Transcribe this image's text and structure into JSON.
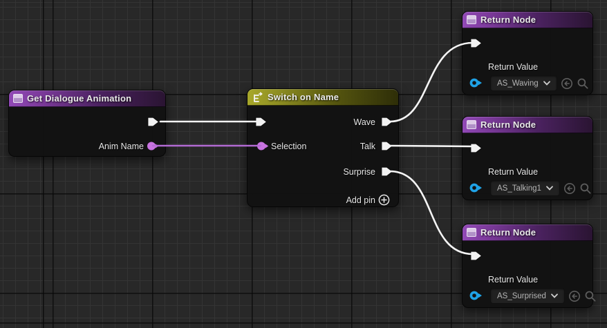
{
  "graph": {
    "entry_node": {
      "title": "Get Dialogue Animation",
      "output_param_label": "Anim Name"
    },
    "switch_node": {
      "title": "Switch on Name",
      "selection_label": "Selection",
      "case_labels": [
        "Wave",
        "Talk",
        "Surprise"
      ],
      "add_pin_label": "Add pin"
    },
    "return_nodes": [
      {
        "title": "Return Node",
        "value_label": "Return Value",
        "selected_asset": "AS_Waving"
      },
      {
        "title": "Return Node",
        "value_label": "Return Value",
        "selected_asset": "AS_Talking1"
      },
      {
        "title": "Return Node",
        "value_label": "Return Value",
        "selected_asset": "AS_Surprised"
      }
    ],
    "colors": {
      "exec_pin": "#f2f2f2",
      "exec_wire": "#f4f4f4",
      "name_pin": "#c873e0",
      "name_wire": "#b36bd4",
      "object_pin": "#1fa2e6",
      "purple_header": "#8e44b2",
      "olive_header": "#a2a226",
      "canvas_background": "#282828"
    }
  }
}
